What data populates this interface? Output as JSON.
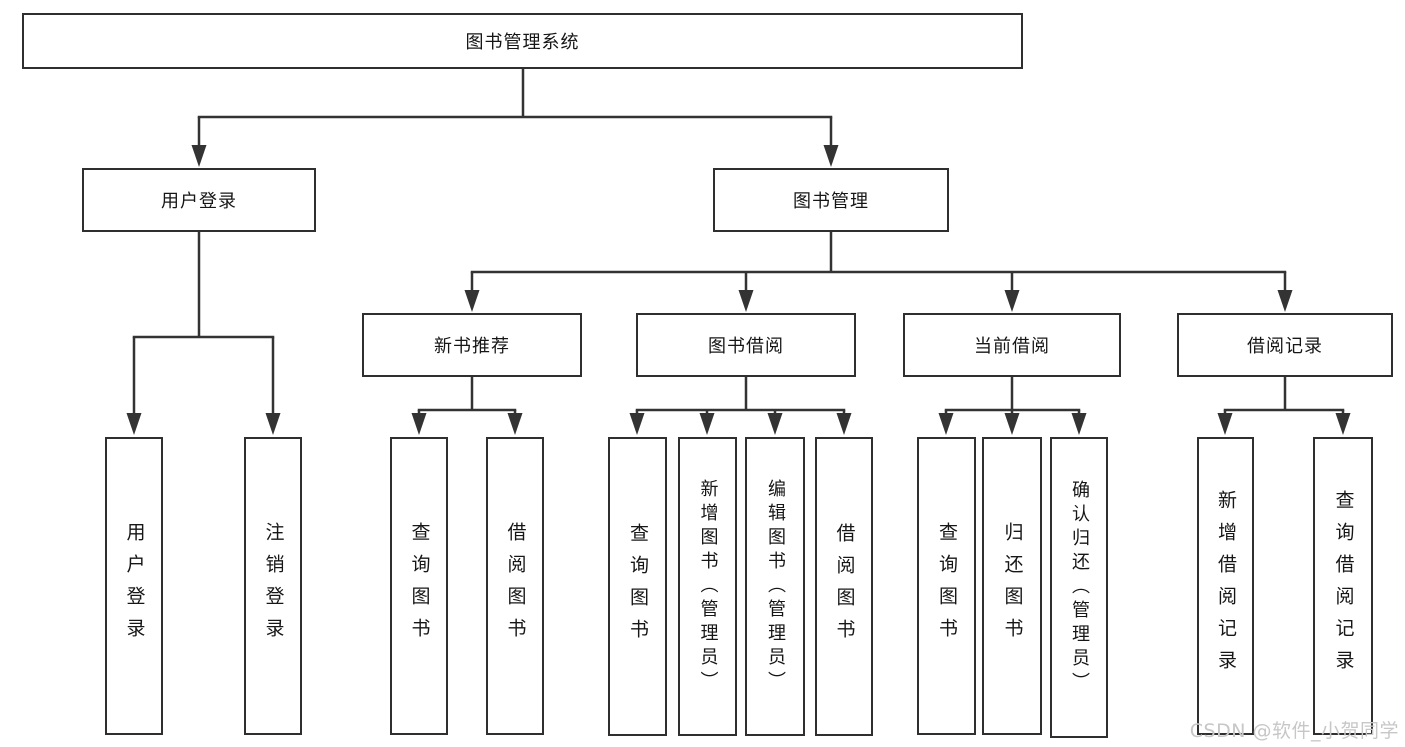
{
  "colors": {
    "line": "#333333",
    "box_border": "#2f2f2f",
    "box_fill": "#ffffff",
    "text": "#161616",
    "watermark": "#c7c7c7",
    "background": "#ffffff"
  },
  "watermark": {
    "text": "CSDN @软件_小贺同学"
  },
  "tree": {
    "root": {
      "label": "图书管理系统"
    },
    "branches": [
      {
        "label": "用户登录",
        "children": [
          {
            "label": "用户登录"
          },
          {
            "label": "注销登录"
          }
        ]
      },
      {
        "label": "图书管理",
        "children": [
          {
            "label": "新书推荐",
            "children": [
              {
                "label": "查询图书"
              },
              {
                "label": "借阅图书"
              }
            ]
          },
          {
            "label": "图书借阅",
            "children": [
              {
                "label": "查询图书"
              },
              {
                "label": "新增图书（管理员）"
              },
              {
                "label": "编辑图书（管理员）"
              },
              {
                "label": "借阅图书"
              }
            ]
          },
          {
            "label": "当前借阅",
            "children": [
              {
                "label": "查询图书"
              },
              {
                "label": "归还图书"
              },
              {
                "label": "确认归还（管理员）"
              }
            ]
          },
          {
            "label": "借阅记录",
            "children": [
              {
                "label": "新增借阅记录"
              },
              {
                "label": "查询借阅记录"
              }
            ]
          }
        ]
      }
    ]
  }
}
